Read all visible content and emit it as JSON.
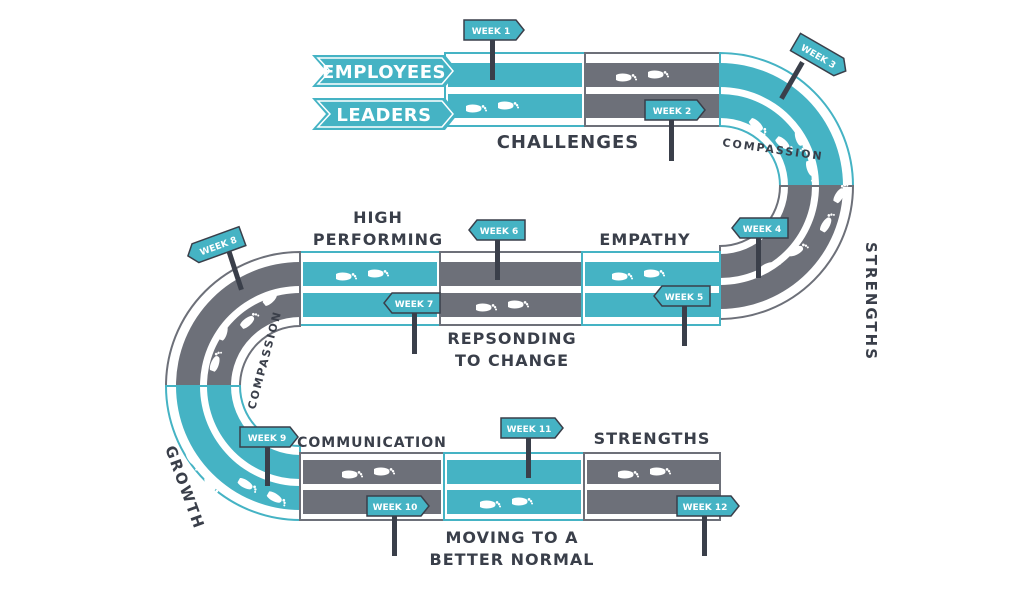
{
  "legend": {
    "employees": "EMPLOYEES",
    "leaders": "LEADERS"
  },
  "colors": {
    "teal": "#45b3c4",
    "gray": "#6d7079",
    "dark": "#3a3f4a",
    "white": "#ffffff"
  },
  "labels": {
    "challenges": "CHALLENGES",
    "compassion_top": "COMPASSION",
    "strengths_curve": "STRENGTHS",
    "high": "HIGH",
    "performing": "PERFORMING",
    "empathy": "EMPATHY",
    "responding_1": "REPSONDING",
    "responding_2": "TO CHANGE",
    "compassion_left": "COMPASSION",
    "growth": "GROWTH",
    "communication": "COMMUNICATION",
    "strengths": "STRENGTHS",
    "moving_1": "MOVING TO A",
    "moving_2": "BETTER NORMAL"
  },
  "weeks": {
    "w1": "WEEK 1",
    "w2": "WEEK 2",
    "w3": "WEEK 3",
    "w4": "WEEK 4",
    "w5": "WEEK 5",
    "w6": "WEEK 6",
    "w7": "WEEK 7",
    "w8": "WEEK 8",
    "w9": "WEEK 9",
    "w10": "WEEK 10",
    "w11": "WEEK 11",
    "w12": "WEEK 12"
  }
}
